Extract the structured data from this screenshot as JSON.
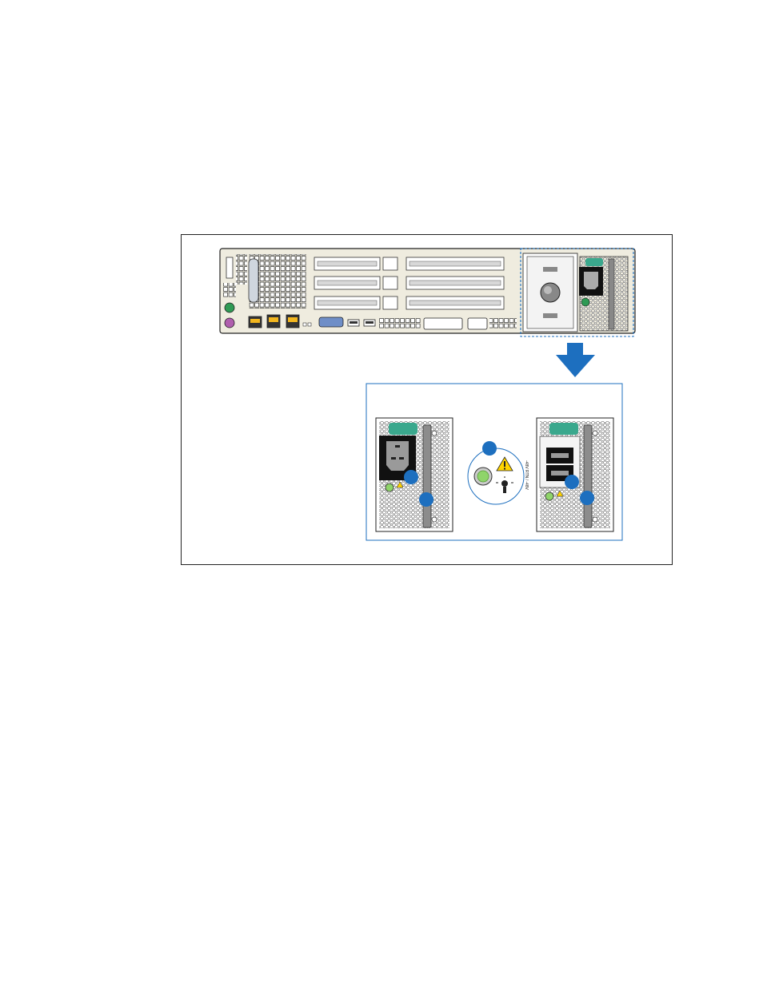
{
  "figure": {
    "psu_ac_label": "",
    "psu_dc_label": "",
    "dc_connector_text": "-48V RTN / -48V",
    "colors": {
      "callout": "#1d6fbf",
      "arrow": "#1d6fbf",
      "release_tab": "#3aa88d",
      "led_green": "#8fd46a",
      "warning_yellow": "#ffd400",
      "ps2_green": "#2f9a54",
      "ps2_purple": "#b05fae",
      "rj45_yellow": "#f2b61e",
      "vga_blue": "#6f8ec7"
    },
    "callouts": [
      {
        "id": "ac-connector",
        "text": ""
      },
      {
        "id": "ac-handle",
        "text": ""
      },
      {
        "id": "led",
        "text": ""
      },
      {
        "id": "dc-connector",
        "text": ""
      },
      {
        "id": "dc-handle",
        "text": ""
      }
    ]
  }
}
